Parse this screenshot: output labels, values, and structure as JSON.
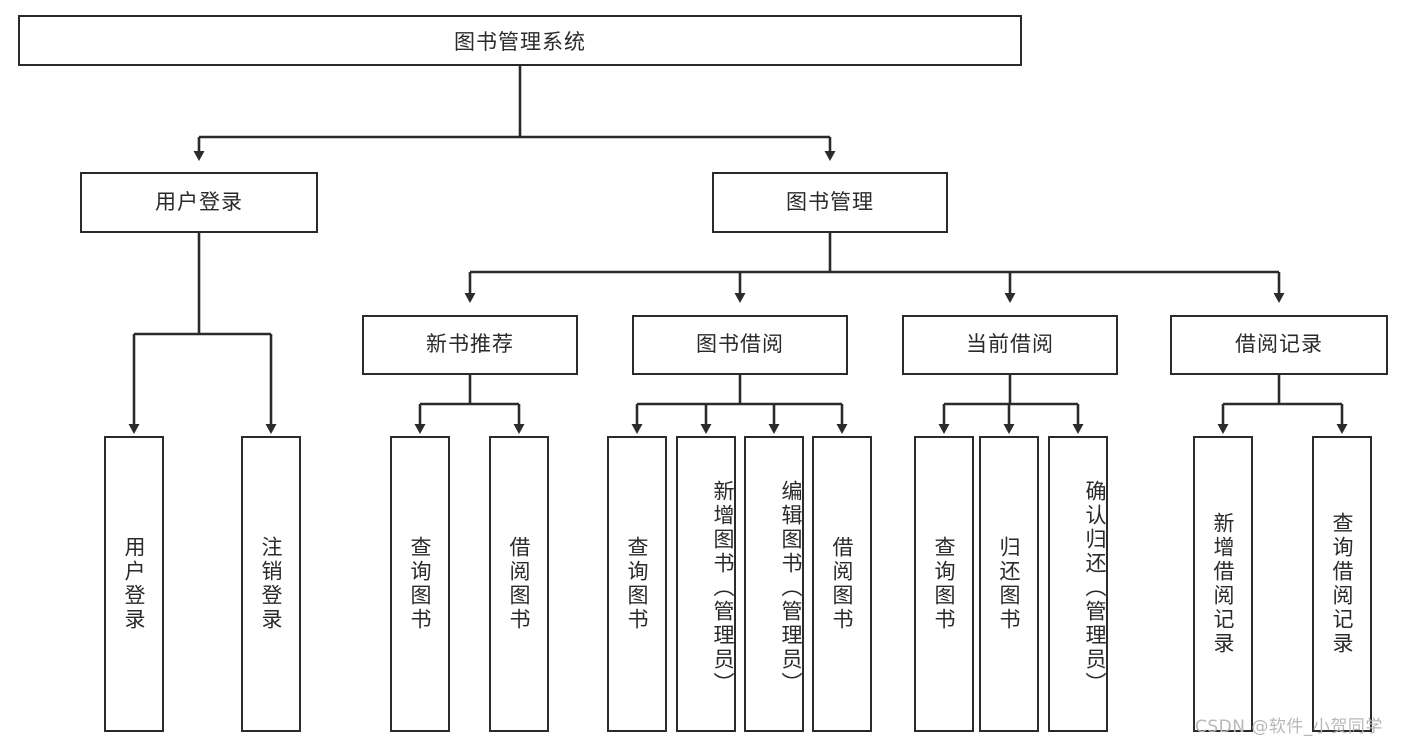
{
  "diagram": {
    "title": "图书管理系统",
    "type": "tree",
    "watermark": "CSDN @软件_小贺同学",
    "colors": {
      "box_border": "#2b2b2b",
      "box_fill": "#ffffff",
      "text": "#2a2a2a",
      "edge": "#2b2b2b",
      "watermark": "#b8b8b8",
      "background": "#ffffff"
    },
    "nodes": {
      "root": {
        "label": "图书管理系统"
      },
      "level1": [
        {
          "id": "user_login",
          "label": "用户登录"
        },
        {
          "id": "book_manage",
          "label": "图书管理"
        }
      ],
      "level2": [
        {
          "id": "new_book_rec",
          "label": "新书推荐"
        },
        {
          "id": "book_borrow",
          "label": "图书借阅"
        },
        {
          "id": "current_borrow",
          "label": "当前借阅"
        },
        {
          "id": "borrow_record",
          "label": "借阅记录"
        }
      ],
      "leaves": {
        "user_login": [
          {
            "id": "leaf_user_login",
            "label": "用户登录"
          },
          {
            "id": "leaf_user_logout",
            "label": "注销登录"
          }
        ],
        "new_book_rec": [
          {
            "id": "leaf_query_book_1",
            "label": "查询图书"
          },
          {
            "id": "leaf_borrow_book_1",
            "label": "借阅图书"
          }
        ],
        "book_borrow": [
          {
            "id": "leaf_query_book_2",
            "label": "查询图书"
          },
          {
            "id": "leaf_add_book",
            "label": "新增图书（管理员）"
          },
          {
            "id": "leaf_edit_book",
            "label": "编辑图书（管理员）"
          },
          {
            "id": "leaf_borrow_book_2",
            "label": "借阅图书"
          }
        ],
        "current_borrow": [
          {
            "id": "leaf_query_book_3",
            "label": "查询图书"
          },
          {
            "id": "leaf_return_book",
            "label": "归还图书"
          },
          {
            "id": "leaf_confirm_return",
            "label": "确认归还（管理员）"
          }
        ],
        "borrow_record": [
          {
            "id": "leaf_add_record",
            "label": "新增借阅记录"
          },
          {
            "id": "leaf_query_record",
            "label": "查询借阅记录"
          }
        ]
      }
    }
  }
}
